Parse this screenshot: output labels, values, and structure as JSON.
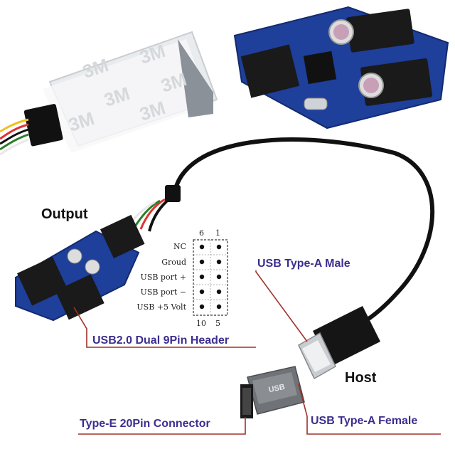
{
  "labels": {
    "output": "Output",
    "host": "Host",
    "usb_type_a_male": "USB Type-A Male",
    "usb_dual_header": "USB2.0 Dual 9Pin Header",
    "type_e_connector": "Type-E 20Pin Connector",
    "usb_type_a_female": "USB Type-A Female"
  },
  "pinout": {
    "top_numbers": [
      "6",
      "1"
    ],
    "bottom_numbers": [
      "10",
      "5"
    ],
    "rows": [
      "NC",
      "Groud",
      "USB port +",
      "USB port −",
      "USB +5 Volt"
    ]
  },
  "tape_text": "3M",
  "adapter_text": "USB",
  "colors": {
    "label_purple": "#3b2e8f",
    "leader_line": "#a0302a",
    "pcb_blue": "#1e3f9a",
    "connector_black": "#1a1a1a"
  }
}
